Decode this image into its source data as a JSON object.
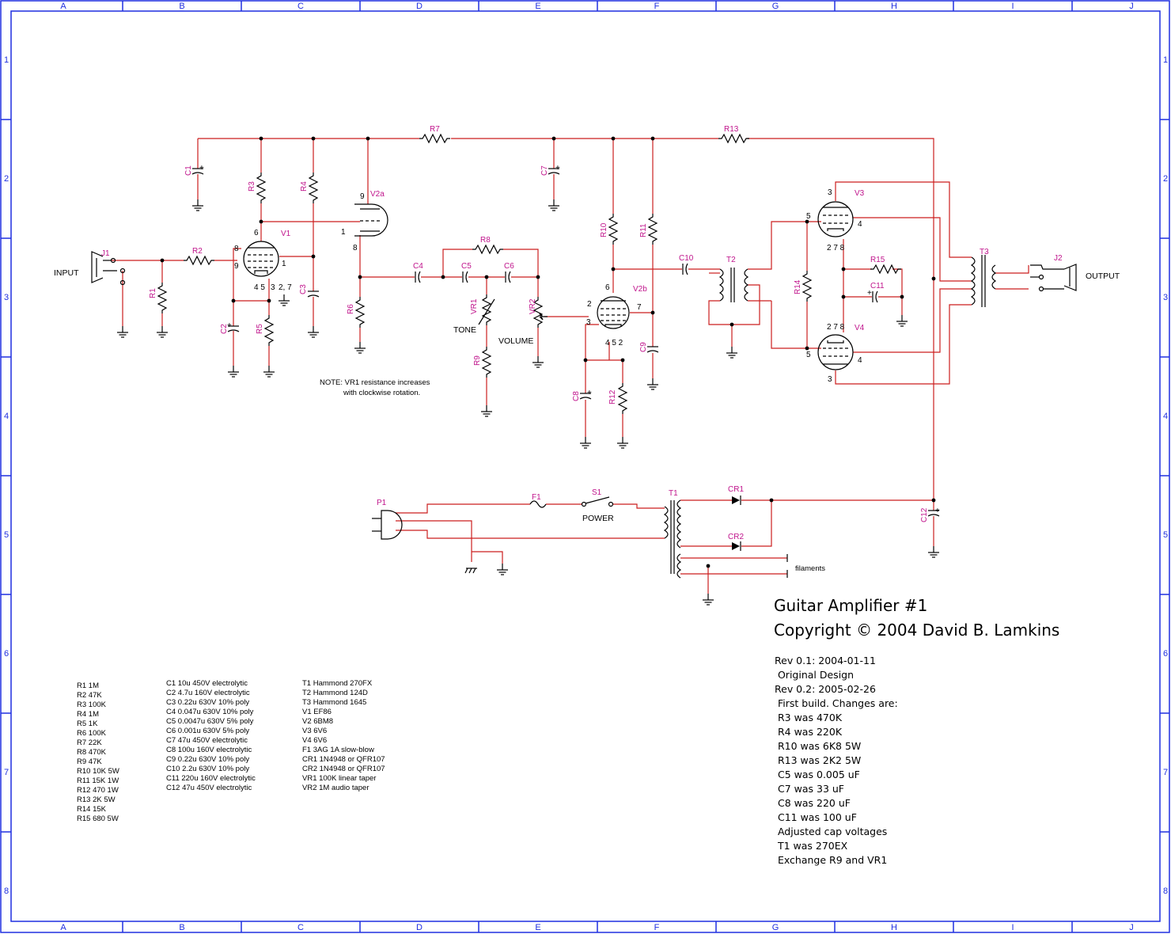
{
  "frame": {
    "columns": [
      "A",
      "B",
      "C",
      "D",
      "E",
      "F",
      "G",
      "H",
      "I",
      "J"
    ],
    "rows": [
      "1",
      "2",
      "3",
      "4",
      "5",
      "6",
      "7",
      "8"
    ]
  },
  "refs": {
    "j1": "J1",
    "j2": "J2",
    "r1": "R1",
    "r2": "R2",
    "r3": "R3",
    "r4": "R4",
    "r5": "R5",
    "r6": "R6",
    "r7": "R7",
    "r8": "R8",
    "r9": "R9",
    "r10": "R10",
    "r11": "R11",
    "r12": "R12",
    "r13": "R13",
    "r14": "R14",
    "r15": "R15",
    "c1": "C1",
    "c2": "C2",
    "c3": "C3",
    "c4": "C4",
    "c5": "C5",
    "c6": "C6",
    "c7": "C7",
    "c8": "C8",
    "c9": "C9",
    "c10": "C10",
    "c11": "C11",
    "c12": "C12",
    "v1": "V1",
    "v2a": "V2a",
    "v2b": "V2b",
    "v3": "V3",
    "v4": "V4",
    "vr1": "VR1",
    "vr2": "VR2",
    "t1": "T1",
    "t2": "T2",
    "t3": "T3",
    "p1": "P1",
    "f1": "F1",
    "s1": "S1",
    "cr1": "CR1",
    "cr2": "CR2"
  },
  "labels": {
    "input": "INPUT",
    "output": "OUTPUT",
    "tone": "TONE",
    "volume": "VOLUME",
    "power": "POWER",
    "filaments": "filaments",
    "note_line1": "NOTE: VR1 resistance increases",
    "note_line2": "with clockwise rotation."
  },
  "pins": {
    "v1_6": "6",
    "v1_8": "8",
    "v1_9": "9",
    "v1_1": "1",
    "v1_45": "4 5",
    "v1_3": "3",
    "v1_27": "2, 7",
    "v2a_9": "9",
    "v2a_1": "1",
    "v2a_8": "8",
    "v2b_6": "6",
    "v2b_2": "2",
    "v2b_7": "7",
    "v2b_3": "3",
    "v2b_452": "4 5 2",
    "v3_3": "3",
    "v3_5": "5",
    "v3_4": "4",
    "v3_278": "2 7 8",
    "v4_278": "2 7 8",
    "v4_5": "5",
    "v4_4": "4",
    "v4_3": "3"
  },
  "bom": {
    "resistors": [
      "R1  1M",
      "R2  47K",
      "R3  100K",
      "R4  1M",
      "R5  1K",
      "R6  100K",
      "R7  22K",
      "R8  470K",
      "R9  47K",
      "R10  10K 5W",
      "R11  15K 1W",
      "R12  470 1W",
      "R13  2K 5W",
      "R14  15K",
      "R15  680 5W"
    ],
    "capacitors": [
      "C1  10u 450V electrolytic",
      "C2  4.7u 160V electrolytic",
      "C3  0.22u 630V 10% poly",
      "C4  0.047u 630V 10% poly",
      "C5  0.0047u 630V 5% poly",
      "C6  0.001u 630V 5% poly",
      "C7  47u 450V electrolytic",
      "C8  100u 160V electrolytic",
      "C9  0.22u 630V 10% poly",
      "C10  2.2u 630V 10% poly",
      "C11  220u 160V electrolytic",
      "C12  47u 450V electrolytic"
    ],
    "others": [
      "T1  Hammond 270FX",
      "T2  Hammond 124D",
      "T3  Hammond 1645",
      "V1  EF86",
      "V2  6BM8",
      "V3  6V6",
      "V4  6V6",
      "F1  3AG 1A slow-blow",
      "CR1  1N4948 or QFR107",
      "CR2  1N4948 or QFR107",
      "VR1  100K linear taper",
      "VR2  1M audio taper"
    ]
  },
  "title_block": {
    "title": "Guitar Amplifier #1",
    "copyright": "Copyright © 2004 David B. Lamkins",
    "revisions": [
      "Rev 0.1: 2004-01-11",
      " Original Design",
      "Rev 0.2: 2005-02-26",
      " First build. Changes are:",
      " R3 was 470K",
      " R4 was 220K",
      " R10 was 6K8 5W",
      " R13 was 2K2 5W",
      " C5 was 0.005 uF",
      " C7 was 33 uF",
      " C8 was 220 uF",
      " C11 was 100 uF",
      " Adjusted cap voltages",
      " T1 was 270EX",
      " Exchange R9 and VR1"
    ]
  }
}
